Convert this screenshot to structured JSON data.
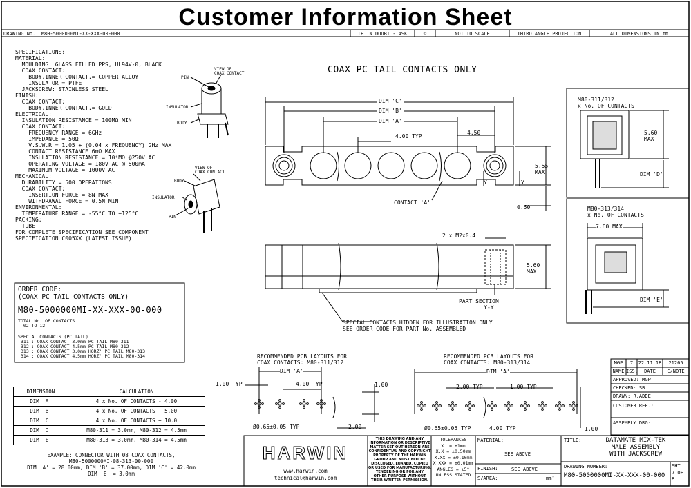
{
  "header": {
    "title": "Customer Information Sheet",
    "drawing_no": "DRAWING No.: M80-5000000MI-XX-XXX-00-000",
    "if_in_doubt": "IF IN DOUBT - ASK",
    "copyright": "©",
    "not_to_scale": "NOT TO SCALE",
    "projection": "THIRD ANGLE PROJECTION",
    "dimensions": "ALL DIMENSIONS IN mm"
  },
  "specifications": [
    "SPECIFICATIONS:",
    "MATERIAL:",
    "  MOULDING: GLASS FILLED PPS, UL94V-0, BLACK",
    "  COAX CONTACT:",
    "    BODY,INNER CONTACT,= COPPER ALLOY",
    "    INSULATOR = PTFE",
    "  JACKSCREW: STAINLESS STEEL",
    "FINISH:",
    "  COAX CONTACT:",
    "    BODY,INNER CONTACT,= GOLD",
    "ELECTRICAL:",
    "  INSULATION RESISTANCE = 100MΩ MIN",
    "  COAX CONTACT:",
    "    FREQUENCY RANGE = 6GHz",
    "    IMPEDANCE = 50Ω",
    "    V.S.W.R = 1.05 + (0.04 x FREQUENCY) GHz MAX",
    "    CONTACT RESISTANCE 6mΩ MAX",
    "",
    "    INSULATION RESISTANCE = 10⁶MΩ @250V AC",
    "    OPERATING VOLTAGE = 180V AC @ 500mA",
    "    MAXIMUM VOLTAGE = 1000V AC",
    "MECHANICAL:",
    "  DURABILITY = 500 OPERATIONS",
    "  COAX CONTACT:",
    "    INSERTION FORCE = 8N MAX",
    "    WITHDRAWAL FORCE = 0.5N MIN",
    "ENVIRONMENTAL:",
    "  TEMPERATURE RANGE = -55°C TO +125°C",
    "PACKING:",
    "  TUBE",
    "FOR COMPLETE SPECIFICATION SEE COMPONENT",
    "SPECIFICATION C005XX (LATEST ISSUE)"
  ],
  "contact_labels": {
    "pin": "PIN",
    "insulator": "INSULATOR",
    "body": "BODY",
    "view": "VIEW OF",
    "coax": "COAX CONTACT"
  },
  "order_code": {
    "heading1": "ORDER CODE:",
    "heading2": "(COAX PC TAIL CONTACTS ONLY)",
    "code": "M80-5000000MI-XX-XXX-00-000",
    "total_label": "TOTAL No. OF CONTACTS",
    "total_range": "02 TO 12",
    "special_label": "SPECIAL CONTACTS (PC TAIL)",
    "options": [
      "311 : COAX CONTACT 3.0mm PC TAIL M80-311",
      "312 : COAX CONTACT 4.5mm PC TAIL M80-312",
      "313 : COAX CONTACT 3.0mm HORZ' PC TAIL M80-313",
      "314 : COAX CONTACT 4.5mm HORZ' PC TAIL M80-314"
    ]
  },
  "calc_table": {
    "headers": [
      "DIMENSION",
      "CALCULATION"
    ],
    "rows": [
      [
        "DIM 'A'",
        "4 x No. OF CONTACTS - 4.00"
      ],
      [
        "DIM 'B'",
        "4 x No. OF CONTACTS + 5.00"
      ],
      [
        "DIM 'C'",
        "4 x No. OF CONTACTS + 10.0"
      ],
      [
        "DIM 'D'",
        "M80-311 = 3.0mm, M80-312 = 4.5mm"
      ],
      [
        "DIM 'E'",
        "M80-313 = 3.0mm, M80-314 = 4.5mm"
      ]
    ],
    "example": [
      "EXAMPLE: CONNECTOR WITH 08 COAX CONTACTS,",
      "M80-5000000MI-08-313-00-000",
      "DIM 'A' = 28.00mm, DIM 'B' = 37.00mm, DIM 'C' = 42.0mm",
      "DIM 'E' = 3.0mm"
    ]
  },
  "drawing": {
    "main_title": "COAX PC TAIL CONTACTS ONLY",
    "dim_c": "DIM 'C'",
    "dim_b": "DIM 'B'",
    "dim_a": "DIM 'A'",
    "pitch": "4.00 TYP",
    "d450": "4.50",
    "d555": "5.55",
    "max": "MAX",
    "contact_a": "CONTACT 'A'",
    "d050": "0.50",
    "y": "Y",
    "thread": "2 x M2x0.4",
    "d560": "5.60",
    "part_section": "PART SECTION",
    "yy": "Y-Y",
    "special_note1": "SPECIAL CONTACTS HIDDEN FOR ILLUSTRATION ONLY",
    "special_note2": "SEE ORDER CODE FOR PART No. ASSEMBLED",
    "side1_title": "M80-311/312",
    "side1_sub": "x No. OF CONTACTS",
    "side1_d": "DIM 'D'",
    "side2_title": "M80-313/314",
    "side2_sub": "x No. OF CONTACTS",
    "side2_w": "7.60 MAX",
    "side2_e": "DIM 'E'",
    "pcb1_t1": "RECOMMENDED PCB LAYOUTS FOR",
    "pcb1_t2": "COAX CONTACTS: M80-311/312",
    "pcb2_t1": "RECOMMENDED PCB LAYOUTS FOR",
    "pcb2_t2": "COAX CONTACTS: M80-313/314",
    "d100typ": "1.00 TYP",
    "d400typ": "4.00 TYP",
    "d100": "1.00",
    "d200": "2.00",
    "hole": "Ø0.65±0.05 TYP",
    "d200typ": "2.00 TYP"
  },
  "revision": {
    "row": [
      "MGP",
      "7",
      "22.11.18",
      "21265"
    ],
    "heads": [
      "NAME",
      "ISS.",
      "DATE",
      "C/NOTE"
    ],
    "approved": "APPROVED: MGP",
    "checked": "CHECKED:  SB",
    "drawn": "DRAWN: R.ADDE",
    "customer_ref": "CUSTOMER REF.:",
    "assembly_drg": "ASSEMBLY DRG:"
  },
  "title_block": {
    "logo": "HARWIN",
    "web": "www.harwin.com",
    "email": "technical@harwin.com",
    "notice": [
      "THIS DRAWING AND ANY",
      "INFORMATION OR DESCRIPTIVE",
      "MATTER SET OUT HEREON ARE",
      "CONFIDENTIAL AND COPYRIGHT",
      "PROPERTY OF THE HARWIN",
      "GROUP AND MUST NOT BE",
      "DISCLOSED, LOANED, COPIED",
      "OR USED FOR MANUFACTURING,",
      "TENDERING OR FOR ANY",
      "OTHER PURPOSE WITHOUT",
      "THEIR WRITTEN PERMISSION."
    ],
    "tolerances": [
      "TOLERANCES",
      "X.  = ±1mm",
      "X.X  = ±0.50mm",
      "X.XX  = ±0.10mm",
      "X.XXX = ±0.01mm",
      "ANGLES = ±5°",
      "UNLESS STATED"
    ],
    "material": "MATERIAL:",
    "see_above": "SEE ABOVE",
    "finish": "FINISH:",
    "finish_val": "SEE ABOVE",
    "sarea": "S/AREA:",
    "sarea_unit": "mm²",
    "title_label": "TITLE:",
    "title": [
      "DATAMATE MIX-TEK",
      "MALE ASSEMBLY",
      "WITH JACKSCREW"
    ],
    "drawing_number_label": "DRAWING NUMBER:",
    "drawing_number": "M80-5000000MI-XX-XXX-00-000",
    "sht": "SHT",
    "sht_val": "7 OF 8"
  }
}
